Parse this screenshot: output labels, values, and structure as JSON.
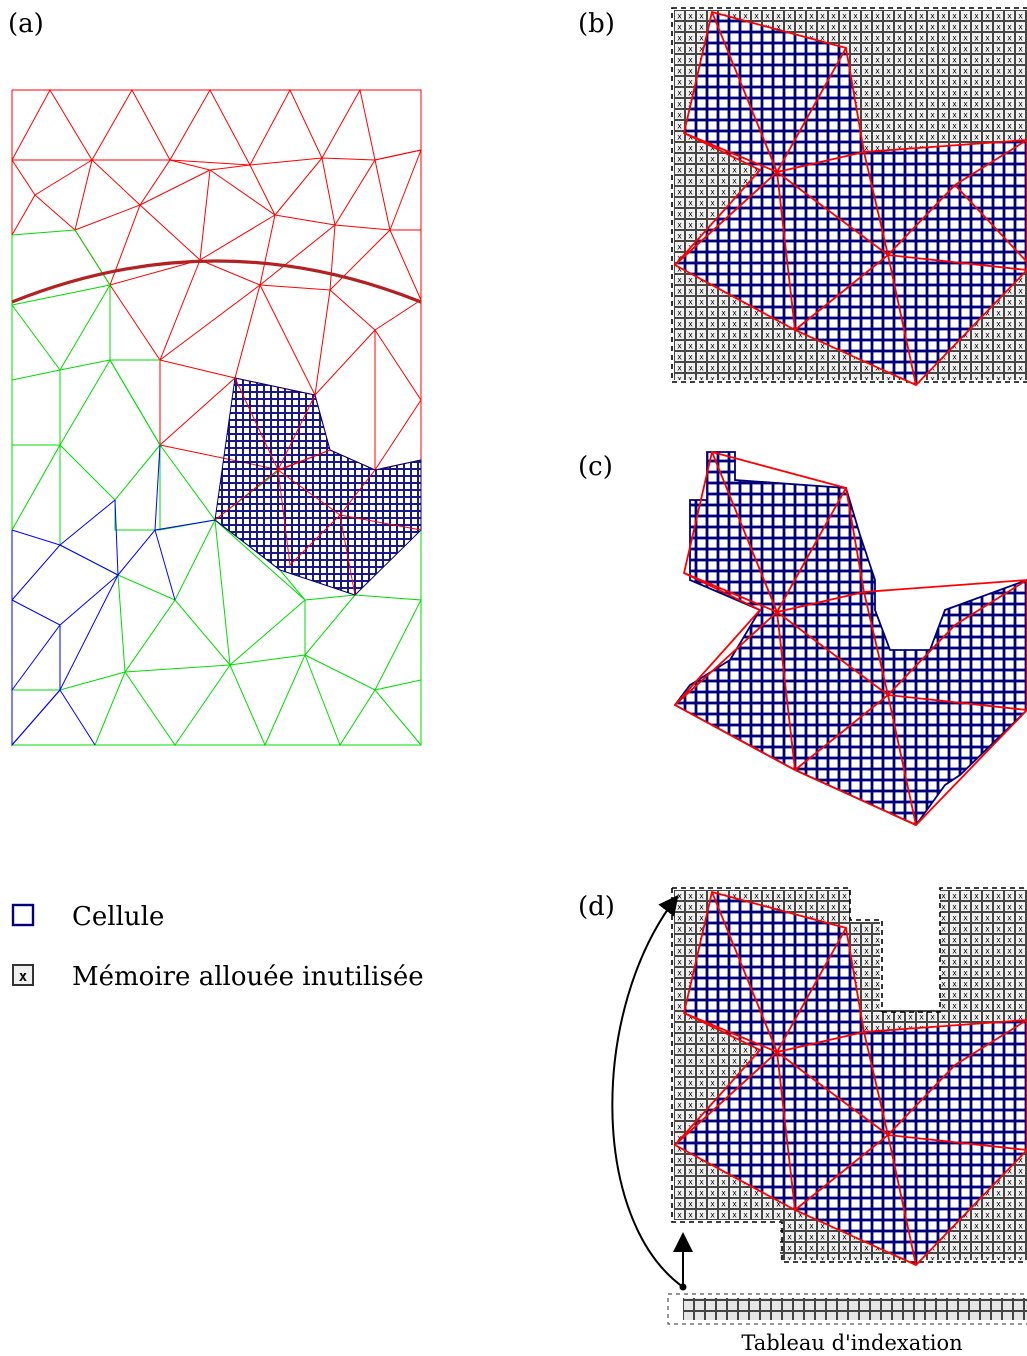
{
  "panels": {
    "a": "(a)",
    "b": "(b)",
    "c": "(c)",
    "d": "(d)"
  },
  "legend": {
    "cell_label": "Cellule",
    "unused_label": "Mémoire allouée inutilisée",
    "unused_glyph": "x"
  },
  "caption": "Tableau d'indexation",
  "colors": {
    "cell_grid": "#00007a",
    "mesh_red": "#ff0000",
    "mesh_green": "#00dd00",
    "mesh_blue": "#0000ff",
    "interface_curve": "#b22222",
    "unused_fill": "#e6e6e6"
  }
}
